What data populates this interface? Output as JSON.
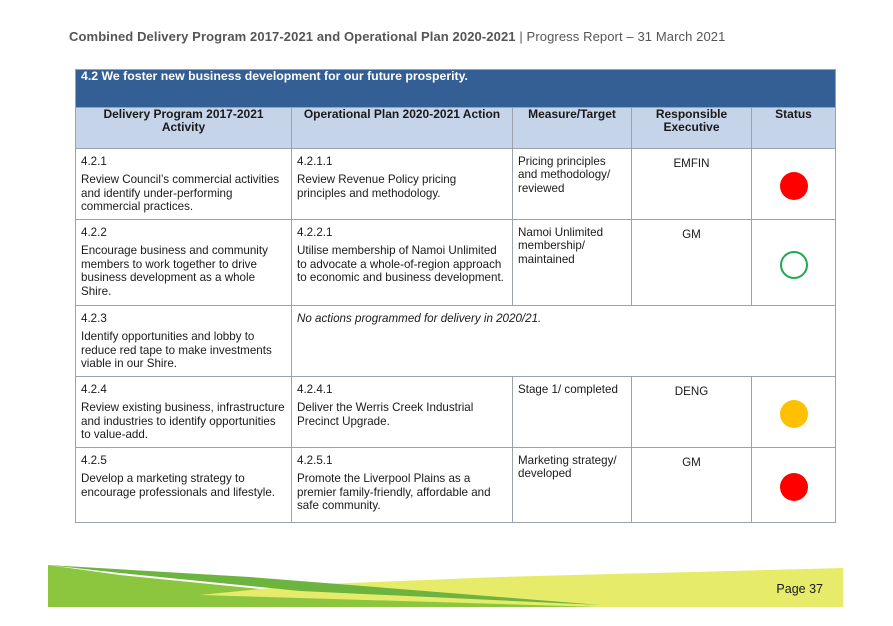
{
  "header": {
    "title_bold": "Combined Delivery Program 2017-2021 and Operational Plan 2020-2021",
    "separator": " | ",
    "subtitle": "Progress Report – 31 March 2021"
  },
  "section": {
    "title": "4.2 We foster new business development for our future prosperity."
  },
  "columns": {
    "activity": "Delivery Program 2017-2021 Activity",
    "action": "Operational Plan 2020-2021 Action",
    "measure": "Measure/Target",
    "responsible": "Responsible Executive",
    "status": "Status"
  },
  "rows": [
    {
      "activity_id": "4.2.1",
      "activity": "Review Council’s commercial activities and identify under-performing commercial practices.",
      "action_id": "4.2.1.1",
      "action": "Review Revenue Policy pricing principles and methodology.",
      "measure": "Pricing principles and methodology/ reviewed",
      "responsible": "EMFIN",
      "status": "red"
    },
    {
      "activity_id": "4.2.2",
      "activity": "Encourage business and community members to work together to drive business development as a whole Shire.",
      "action_id": "4.2.2.1",
      "action": "Utilise membership of Namoi Unlimited to advocate a whole-of-region approach to economic and business development.",
      "measure": "Namoi Unlimited membership/ maintained",
      "responsible": "GM",
      "status": "green-outline"
    },
    {
      "activity_id": "4.2.3",
      "activity": "Identify opportunities and lobby to reduce red tape to make investments viable in our Shire.",
      "no_actions": "No actions programmed for delivery in 2020/21."
    },
    {
      "activity_id": "4.2.4",
      "activity": "Review existing business, infrastructure and industries to identify opportunities to value-add.",
      "action_id": "4.2.4.1",
      "action": "Deliver the Werris Creek Industrial Precinct Upgrade.",
      "measure": "Stage 1/ completed",
      "responsible": "DENG",
      "status": "amber"
    },
    {
      "activity_id": "4.2.5",
      "activity": "Develop a marketing strategy to encourage professionals and lifestyle.",
      "action_id": "4.2.5.1",
      "action": "Promote the Liverpool Plains as a premier family-friendly, affordable and safe community.",
      "measure": "Marketing strategy/ developed",
      "responsible": "GM",
      "status": "red"
    }
  ],
  "footer": {
    "page": "Page 37"
  },
  "colors": {
    "section_bg": "#345f95",
    "header_bg": "#c5d4e8",
    "status_red": "#ff0000",
    "status_amber": "#ffc000",
    "status_green": "#1fa84f"
  }
}
